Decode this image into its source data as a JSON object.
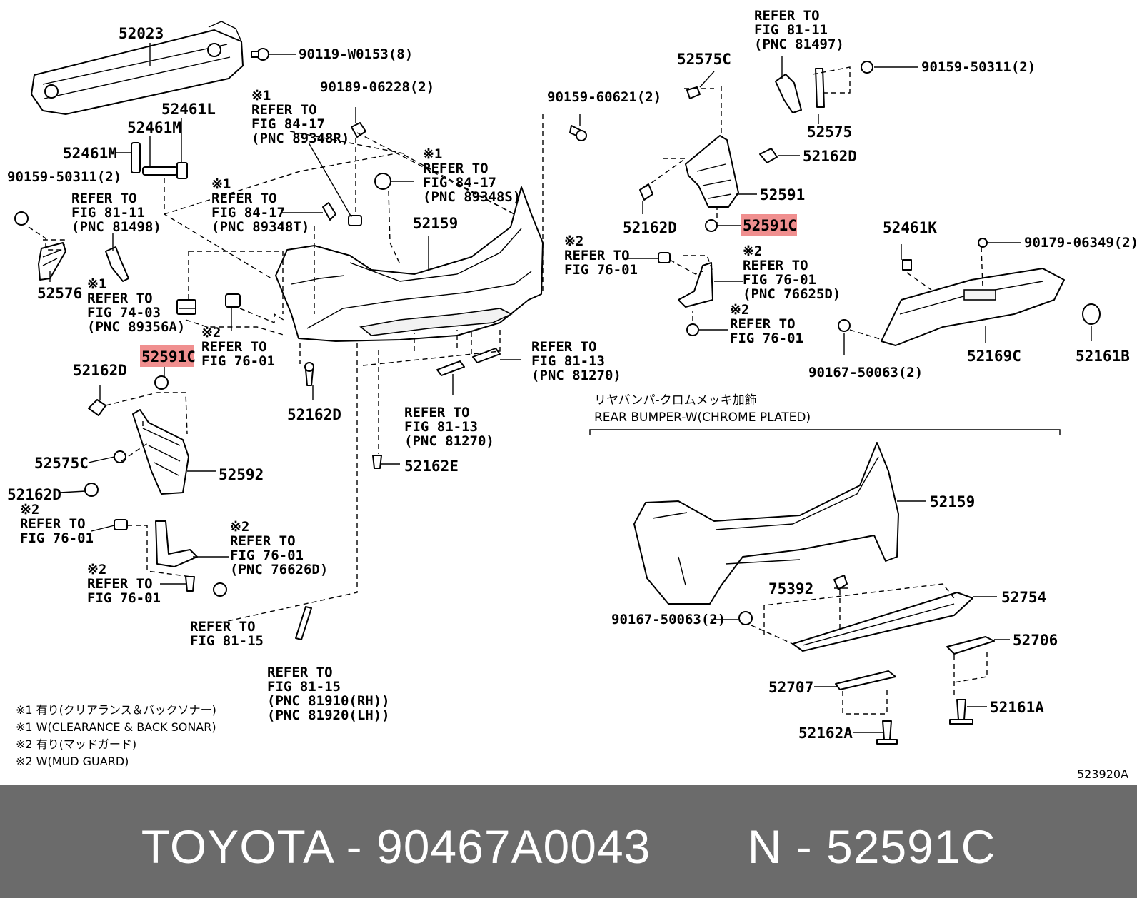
{
  "labels": {
    "p52023": "52023",
    "p90119": "90119-W0153(8)",
    "p52461L": "52461L",
    "p52461M_a": "52461M",
    "p52461M_b": "52461M",
    "p90159_50311_left": "90159-50311(2)",
    "p52576": "52576",
    "ref8111_left": [
      "REFER TO",
      "FIG 81-11",
      "(PNC 81498)"
    ],
    "p90189": "90189-06228(2)",
    "ref8417_top": [
      "※1",
      "REFER TO",
      "FIG 84-17",
      "(PNC 89348R)"
    ],
    "ref8417_mid": [
      "※1",
      "REFER TO",
      "FIG 84-17",
      "(PNC 89348T)"
    ],
    "ref8417_right": [
      "※1",
      "REFER TO",
      "FIG 84-17",
      "(PNC 89348S)"
    ],
    "p90159_60621": "90159-60621(2)",
    "p52159_main": "52159",
    "ref7403": [
      "※1",
      "REFER TO",
      "FIG 74-03",
      "(PNC 89356A)"
    ],
    "ref7601_mid": [
      "※2",
      "REFER TO",
      "FIG 76-01"
    ],
    "p52591C_left": "52591C",
    "p52162D_left_top": "52162D",
    "p52162D_center": "52162D",
    "p52575C_left": "52575C",
    "p52592": "52592",
    "p52162D_left_bottom": "52162D",
    "ref7601_left": [
      "※2",
      "REFER TO",
      "FIG 76-01"
    ],
    "ref7601_mud": [
      "※2",
      "REFER TO",
      "FIG 76-01",
      "(PNC 76626D)"
    ],
    "ref7601_left_low": [
      "※2",
      "REFER TO",
      "FIG 76-01"
    ],
    "ref8115_left": [
      "REFER TO",
      "FIG 81-15"
    ],
    "ref8115_bottom": [
      "REFER TO",
      "FIG 81-15",
      "(PNC 81910(RH))",
      "(PNC 81920(LH))"
    ],
    "ref8113_right": [
      "REFER TO",
      "FIG 81-13",
      "(PNC 81270)"
    ],
    "ref8113_left": [
      "REFER TO",
      "FIG 81-13",
      "(PNC 81270)"
    ],
    "p52162E": "52162E",
    "p52575C_right": "52575C",
    "ref8111_right": [
      "REFER TO",
      "FIG 81-11",
      "(PNC 81497)"
    ],
    "p90159_50311_right": "90159-50311(2)",
    "p52575": "52575",
    "p52162D_right_a": "52162D",
    "p52591": "52591",
    "p52162D_right_b": "52162D",
    "p52591C_right": "52591C",
    "ref7601_right_a": [
      "※2",
      "REFER TO",
      "FIG 76-01"
    ],
    "ref7601_right_b": [
      "※2",
      "REFER TO",
      "FIG 76-01",
      "(PNC 76625D)"
    ],
    "ref7601_right_c": [
      "※2",
      "REFER TO",
      "FIG 76-01"
    ],
    "p52461K": "52461K",
    "p90179": "90179-06349(2)",
    "p90167_a": "90167-50063(2)",
    "p52169C": "52169C",
    "p52161B": "52161B",
    "chrome_jp": "リヤバンパ-クロムメッキ加飾",
    "chrome_en": "REAR BUMPER-W(CHROME PLATED)",
    "p52159_chrome": "52159",
    "p75392": "75392",
    "p52754": "52754",
    "p90167_b": "90167-50063(2)",
    "p52706": "52706",
    "p52707": "52707",
    "p52161A": "52161A",
    "p52162A": "52162A",
    "note1_jp": "※1  有り(クリアランス＆バックソナー)",
    "note1_en": "※1  W(CLEARANCE & BACK SONAR)",
    "note2_jp": "※2  有り(マッドガード)",
    "note2_en": "※2  W(MUD GUARD)",
    "fig_code": "523920A"
  },
  "colors": {
    "highlight": "#f08f8f",
    "footer_bg": "#6b6b6b",
    "footer_text": "#ffffff"
  },
  "footer": {
    "text": "TOYOTA - 90467A0043       N - 52591C"
  }
}
